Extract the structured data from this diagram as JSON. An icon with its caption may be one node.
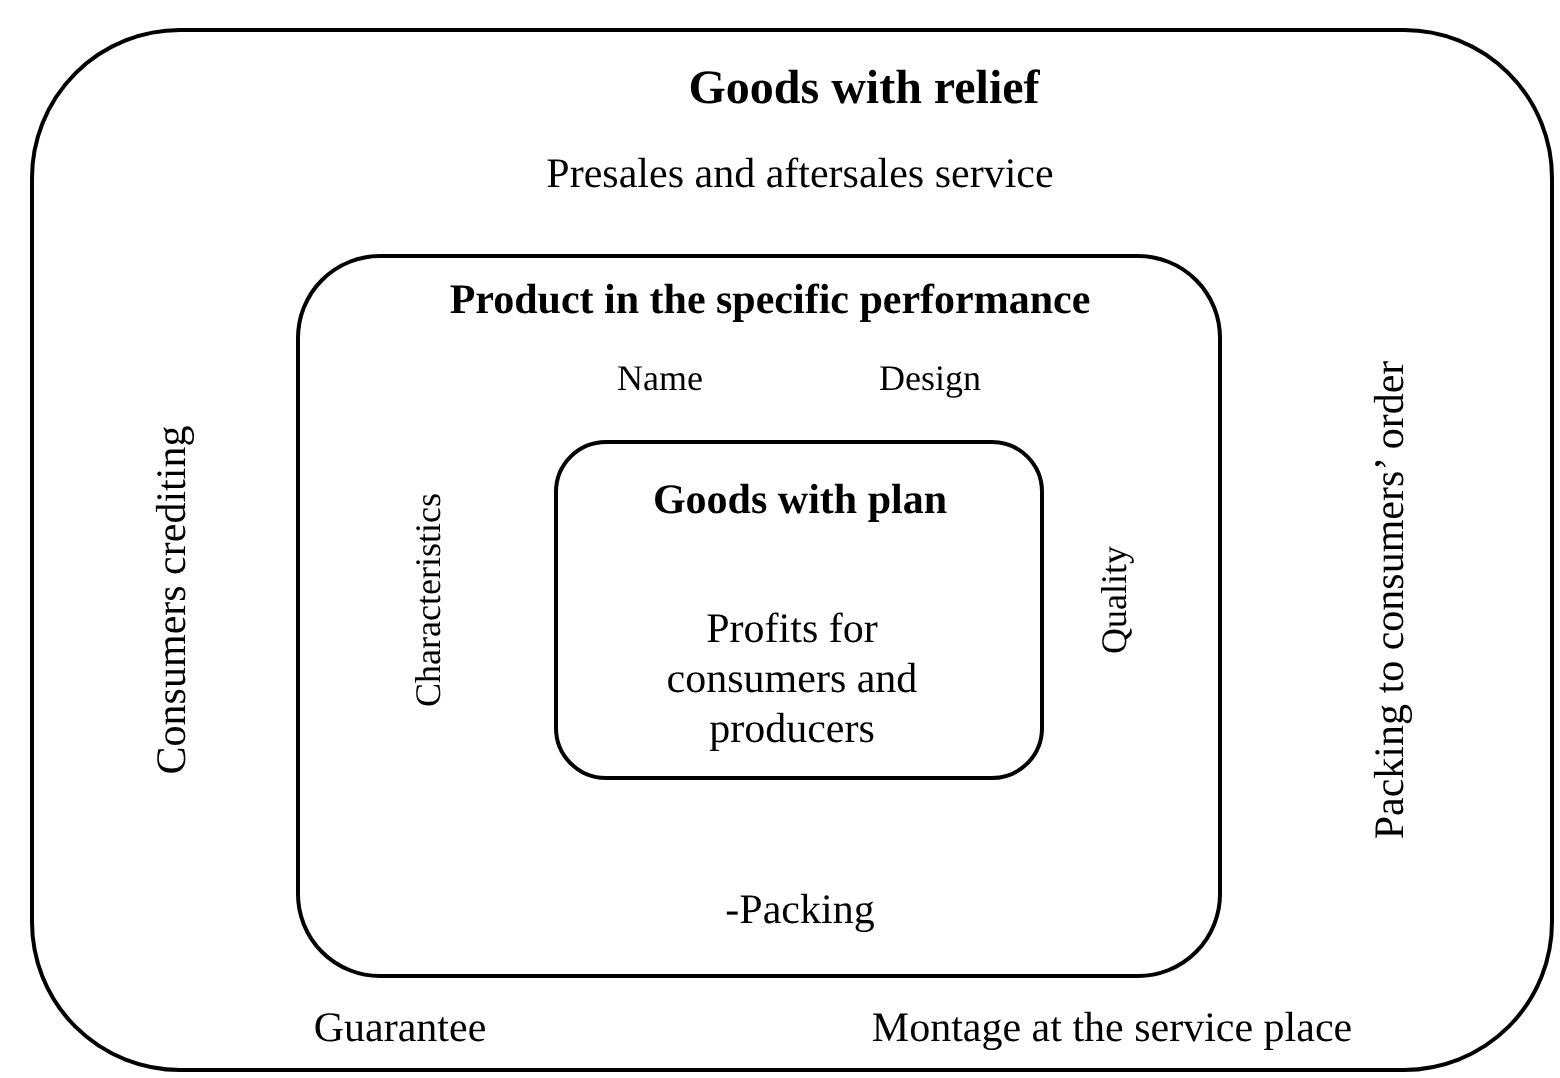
{
  "diagram": {
    "nodes": [
      {
        "text": [
          "Goods with relief",
          "Presales and aftersales service",
          "Consumers crediting",
          "Packing  to consumers’ order",
          "Guarantee",
          "Montage at the service place"
        ]
      },
      {
        "text": [
          "Product in the specific performance",
          "Name",
          "Design",
          "Characteristics",
          "Quality",
          "-Packing"
        ],
        "in": 0
      },
      {
        "text": [
          "Goods with plan",
          "Profits for consumers and producers"
        ],
        "in": 1
      }
    ]
  }
}
